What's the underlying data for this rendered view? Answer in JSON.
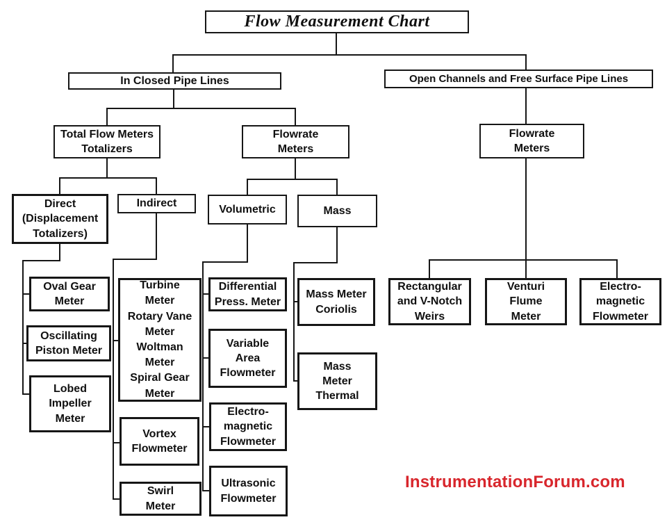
{
  "title": "Flow Measurement Chart",
  "watermark": "InstrumentationForum.com",
  "colors": {
    "line": "#161616",
    "box_border": "#161616",
    "watermark_red": "#d8262c",
    "background": "#ffffff"
  },
  "nodes": {
    "root": "Flow Measurement Chart",
    "closed_pipe": "In Closed Pipe Lines",
    "open_channels": "Open Channels and Free Surface Pipe Lines",
    "total_flow_meters": "Total Flow Meters\nTotalizers",
    "flowrate_meters_closed": "Flowrate\nMeters",
    "flowrate_meters_open": "Flowrate\nMeters",
    "direct": "Direct\n(Displacement\nTotalizers)",
    "indirect": "Indirect",
    "volumetric": "Volumetric",
    "mass": "Mass",
    "oval_gear": "Oval Gear\nMeter",
    "oscillating_piston": "Oscillating\nPiston Meter",
    "lobed_impeller": "Lobed\nImpeller\nMeter",
    "indirect_meters": "Turbine\nMeter\nRotary Vane\nMeter\nWoltman\nMeter\nSpiral Gear\nMeter",
    "vortex": "Vortex\nFlowmeter",
    "swirl": "Swirl\nMeter",
    "differential": "Differential\nPress. Meter",
    "variable_area": "Variable\nArea\nFlowmeter",
    "electromagnetic_volumetric": "Electro-\nmagnetic\nFlowmeter",
    "ultrasonic": "Ultrasonic\nFlowmeter",
    "mass_coriolis": "Mass Meter\nCoriolis",
    "mass_thermal": "Mass\nMeter\nThermal",
    "rect_vnotch_weirs": "Rectangular\nand V-Notch\nWeirs",
    "venturi_flume": "Venturi\nFlume\nMeter",
    "electromagnetic_open": "Electro-\nmagnetic\nFlowmeter"
  },
  "structure": {
    "root": [
      "closed_pipe",
      "open_channels"
    ],
    "closed_pipe": [
      "total_flow_meters",
      "flowrate_meters_closed"
    ],
    "open_channels": [
      "flowrate_meters_open"
    ],
    "total_flow_meters": [
      "direct",
      "indirect"
    ],
    "flowrate_meters_closed": [
      "volumetric",
      "mass"
    ],
    "flowrate_meters_open": [
      "rect_vnotch_weirs",
      "venturi_flume",
      "electromagnetic_open"
    ],
    "direct": [
      "oval_gear",
      "oscillating_piston",
      "lobed_impeller"
    ],
    "indirect": [
      "indirect_meters",
      "vortex",
      "swirl"
    ],
    "volumetric": [
      "differential",
      "variable_area",
      "electromagnetic_volumetric",
      "ultrasonic"
    ],
    "mass": [
      "mass_coriolis",
      "mass_thermal"
    ]
  }
}
